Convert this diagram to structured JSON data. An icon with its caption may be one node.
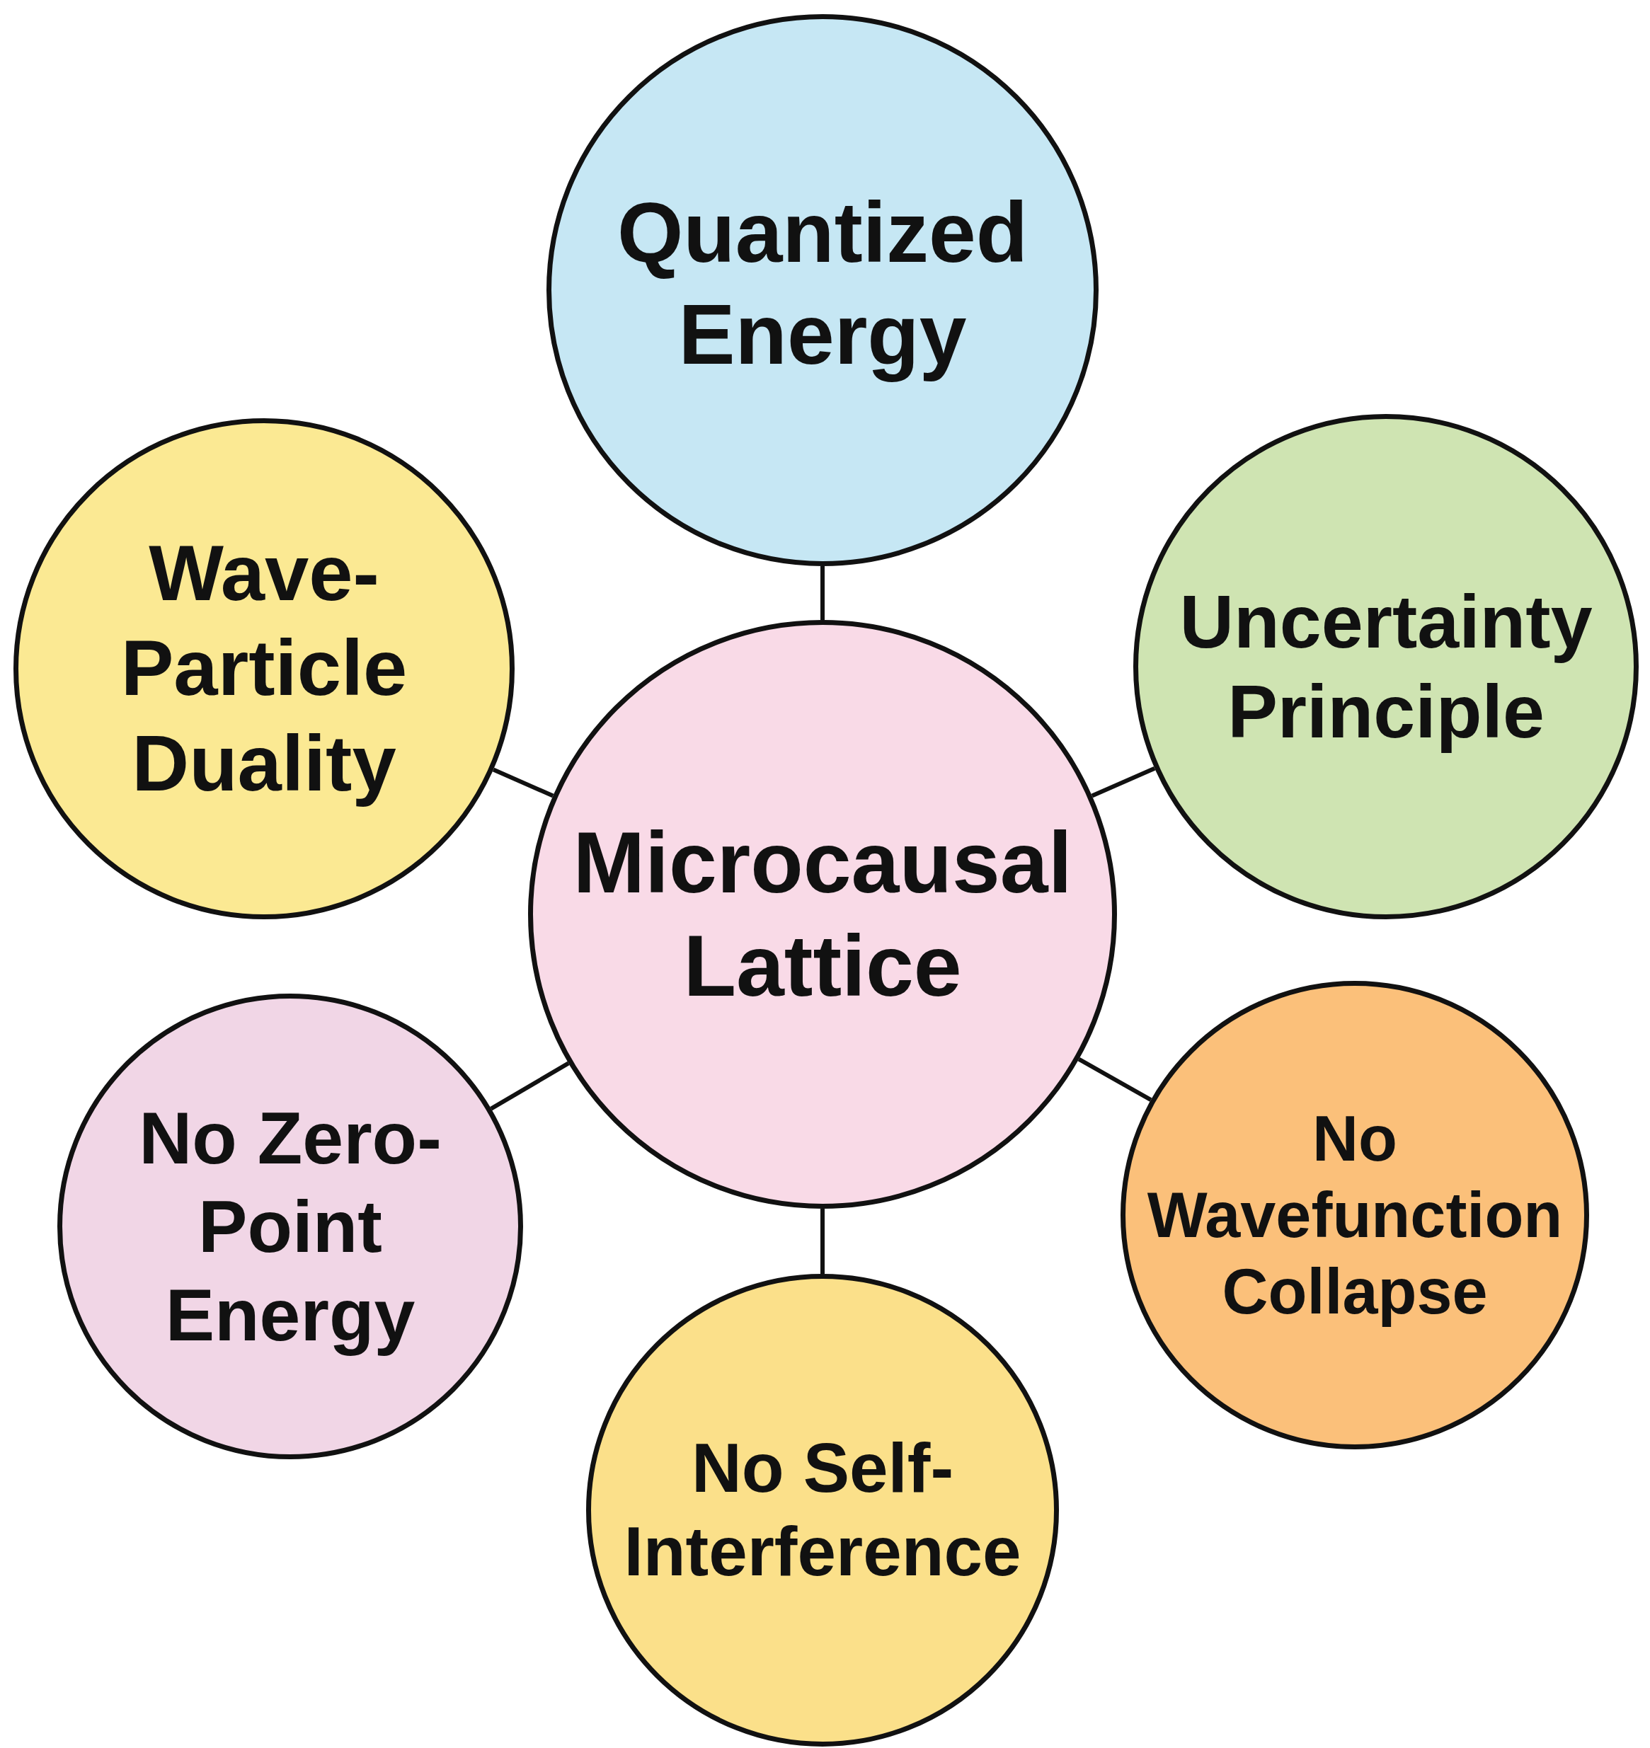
{
  "diagram": {
    "nodes": [
      {
        "text": [
          "Quantized Energy"
        ]
      },
      {
        "text": [
          "Wave-Particle Duality"
        ]
      },
      {
        "text": [
          "Uncertainty Principle"
        ]
      },
      {
        "text": [
          "Microcausal Lattice"
        ]
      },
      {
        "text": [
          "No Zero-Point Energy"
        ]
      },
      {
        "text": [
          "No Wavefunction Collapse"
        ]
      },
      {
        "text": [
          "No Self-Interference"
        ]
      }
    ],
    "edges": [
      {
        "from": 3,
        "to": 0,
        "arrow": "none"
      },
      {
        "from": 3,
        "to": 1,
        "arrow": "none"
      },
      {
        "from": 3,
        "to": 2,
        "arrow": "none"
      },
      {
        "from": 3,
        "to": 4,
        "arrow": "none"
      },
      {
        "from": 3,
        "to": 5,
        "arrow": "none"
      },
      {
        "from": 3,
        "to": 6,
        "arrow": "none"
      }
    ]
  }
}
